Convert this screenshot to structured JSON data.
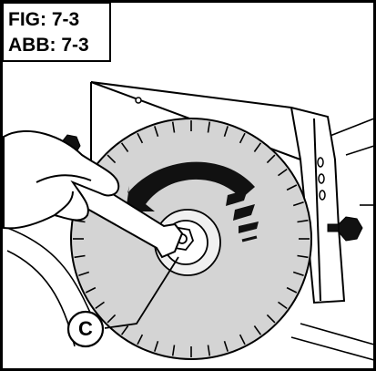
{
  "figure": {
    "label_fig": "FIG: 7-3",
    "label_abb": "ABB: 7-3"
  },
  "callouts": [
    {
      "letter": "C"
    }
  ]
}
